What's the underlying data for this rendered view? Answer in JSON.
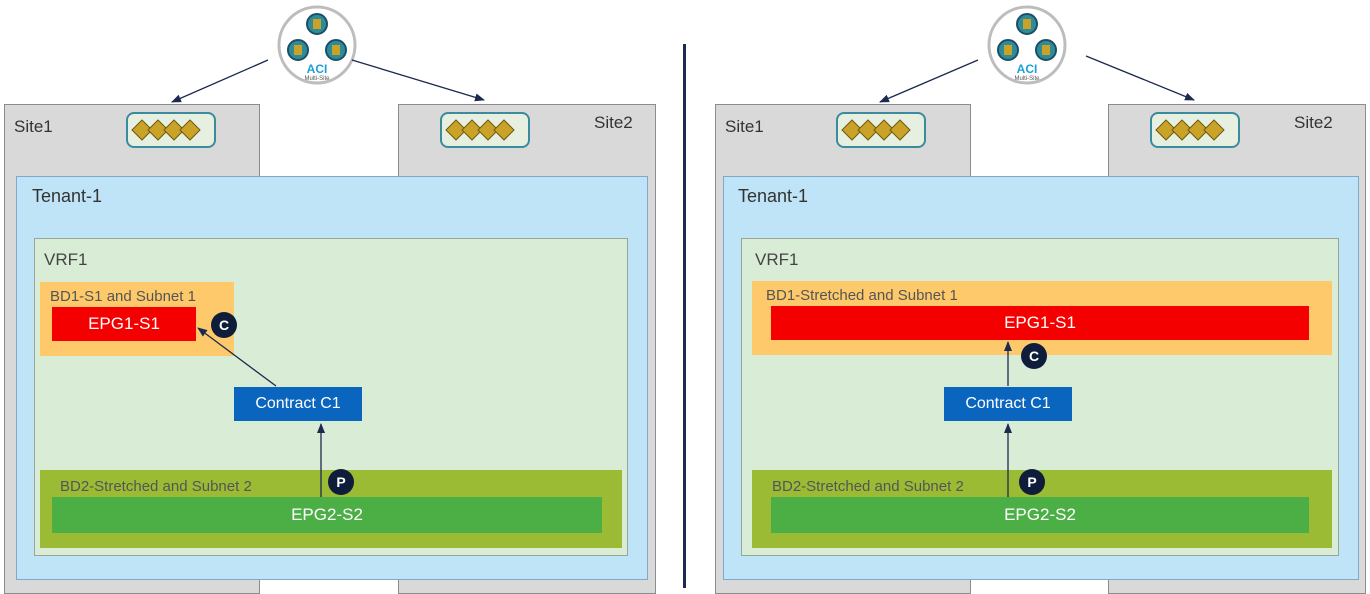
{
  "colors": {
    "site_bg": "#d9d9d9",
    "tenant_bg": "#bfe3f7",
    "vrf_bg": "#d8ecd6",
    "bd1_bg": "#fdc96b",
    "bd2_bg": "#9cbb35",
    "epg1": "#f50000",
    "epg2": "#4caf45",
    "contract": "#0965bd",
    "badge": "#0f1d3a",
    "divider": "#1c2a4f"
  },
  "left": {
    "site1": "Site1",
    "site2": "Site2",
    "tenant": "Tenant-1",
    "vrf": "VRF1",
    "bd1": "BD1-S1 and Subnet 1",
    "epg1": "EPG1-S1",
    "contract": "Contract C1",
    "bd2": "BD2-Stretched and Subnet 2",
    "epg2": "EPG2-S2",
    "consumer_badge": "C",
    "provider_badge": "P",
    "msc_label": "ACI",
    "msc_sublabel": "Multi-Site"
  },
  "right": {
    "site1": "Site1",
    "site2": "Site2",
    "tenant": "Tenant-1",
    "vrf": "VRF1",
    "bd1": "BD1-Stretched and Subnet 1",
    "epg1": "EPG1-S1",
    "contract": "Contract C1",
    "bd2": "BD2-Stretched and Subnet 2",
    "epg2": "EPG2-S2",
    "consumer_badge": "C",
    "provider_badge": "P",
    "msc_label": "ACI",
    "msc_sublabel": "Multi-Site"
  },
  "icons": {
    "msc": "aci-multi-site-orchestrator-icon",
    "apic": "apic-cluster-icon"
  }
}
